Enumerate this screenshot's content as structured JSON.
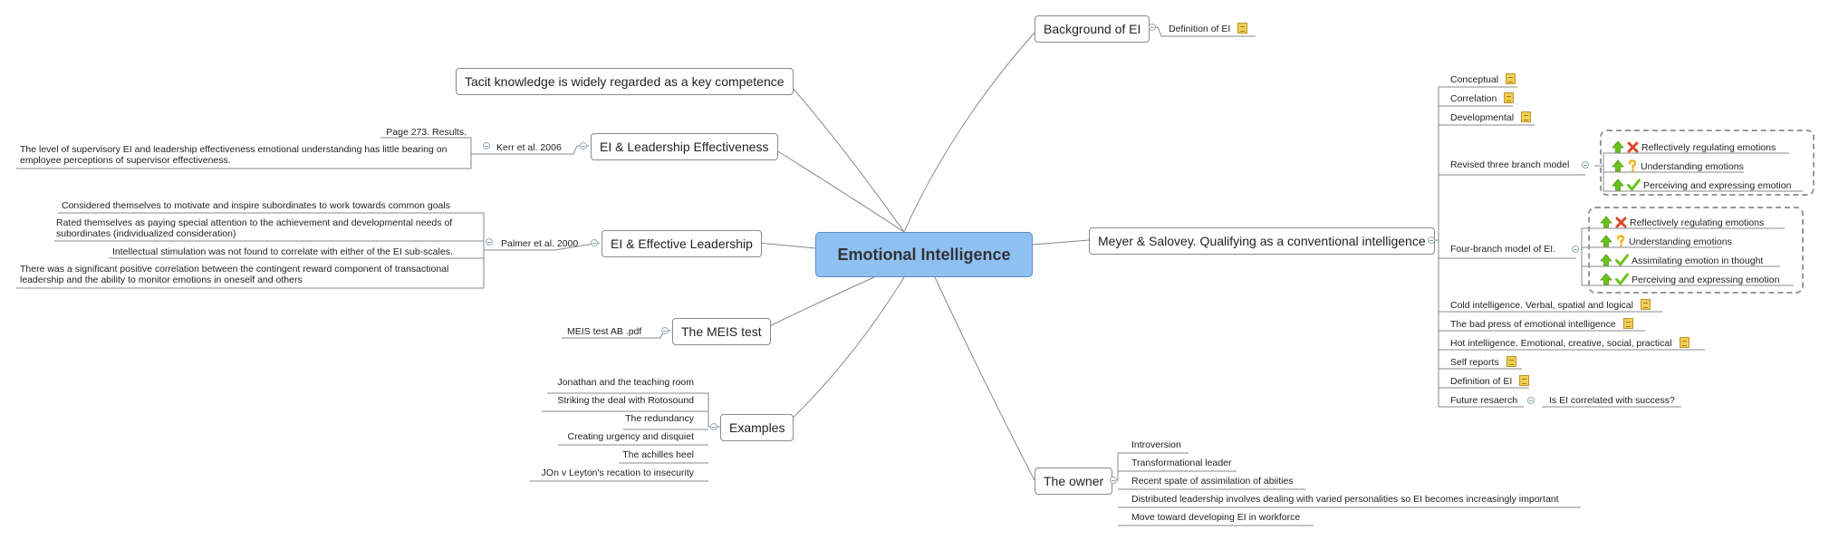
{
  "central": "Emotional Intelligence",
  "background": {
    "title": "Background of EI",
    "child": "Definition of EI"
  },
  "tacit": "Tacit knowledge is widely regarded as a key competence",
  "leadership_effectiveness": {
    "title": "EI & Leadership Effectiveness",
    "source": "Kerr et al. 2006",
    "items": [
      "Page 273. Results.",
      "The level of supervisory EI and leadership effectiveness emotional understanding has little bearing on employee perceptions of supervisor effectiveness."
    ]
  },
  "effective_leadership": {
    "title": "EI & Effective Leadership",
    "source": "Palmer et al. 2000",
    "items": [
      "Considered themselves to motivate and inspire subordinates to work towards common goals",
      "Rated themselves as paying special attention to the achievement and developmental needs of subordinates (individualized consideration)",
      "Intellectual stimulation was not found to correlate with either of the EI sub-scales.",
      "There was a significant positive correlation between the contingent reward component of transactional leadership and the ability to monitor emotions in oneself and others"
    ]
  },
  "meis": {
    "title": "The MEIS test",
    "child": "MEIS test AB .pdf"
  },
  "examples": {
    "title": "Examples",
    "items": [
      "Jonathan and the teaching room",
      "Striking the deal with Rotosound",
      "The redundancy",
      "Creating urgency and disquiet",
      "The achilles heel",
      "JOn v Leyton's recation to insecurity"
    ]
  },
  "meyer": {
    "title": "Meyer & Salovey. Qualifying as a conventional intelligence",
    "conceptual": "Conceptual",
    "correlation": "Correlation",
    "developmental": "Developmental",
    "revised": {
      "label": "Revised three branch model",
      "items": [
        "Reflectively regulating emotions",
        "Understanding emotions",
        "Perceiving and expressing emotion"
      ]
    },
    "four_branch": {
      "label": "Four-branch model of EI.",
      "items": [
        "Reflectively regulating emotions",
        "Understanding emotions",
        "Assimilating emotion in thought",
        "Perceiving and expressing emotion"
      ]
    },
    "cold": "Cold intelligence. Verbal, spatial and logical",
    "bad_press": "The bad press of emotional intelligence",
    "hot": "Hot intelligence. Emotional, creative, social, practical",
    "self_reports": "Self reports",
    "definition": "Definition of EI",
    "future": "Future resaerch",
    "future_child": "Is EI correlated with success?"
  },
  "owner": {
    "title": "The owner",
    "items": [
      "Introversion",
      "Transformational leader",
      "Recent spate of assimilation of abiities",
      "Distributed leadership involves dealing with varied personalities so EI becomes increasingly important",
      "Move toward developing EI in workforce"
    ]
  },
  "colors": {
    "central_fill": "#8fc0f2",
    "line": "#888888",
    "note": "#f2cf55",
    "arrow_up": "#6cc11c",
    "cross": "#e0452a",
    "question": "#f0b21d"
  },
  "icons": {
    "note": "note-icon",
    "priority": "arrow-up-icon",
    "cross": "cross-icon",
    "question": "question-icon",
    "check": "check-icon"
  }
}
